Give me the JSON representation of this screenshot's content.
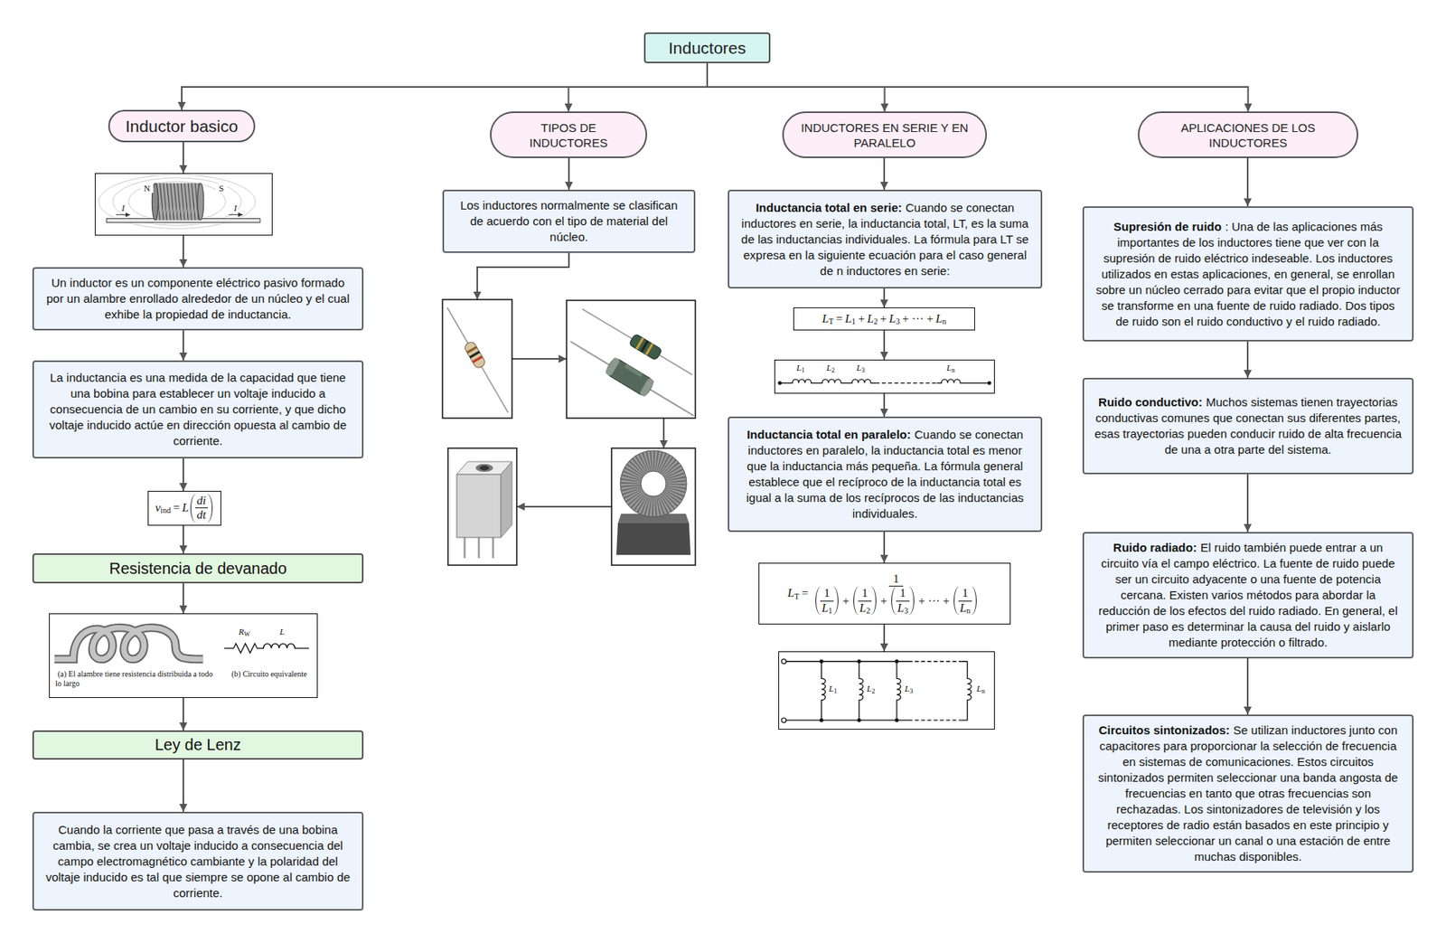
{
  "diagram": {
    "nodes": [
      {
        "text": [
          "Inductores"
        ]
      },
      {
        "text": [
          "Inductor basico"
        ]
      },
      {
        "text": [
          "TIPOS DE INDUCTORES"
        ]
      },
      {
        "text": [
          "INDUCTORES EN SERIE Y EN PARALELO"
        ]
      },
      {
        "text": [
          "APLICACIONES DE LOS INDUCTORES"
        ]
      },
      {
        "text": [
          "N",
          "S",
          "I",
          "I"
        ]
      },
      {
        "text": [
          "Un inductor es un componente eléctrico pasivo formado por un alambre enrollado alrededor de un núcleo y el cual exhibe la propiedad de inductancia."
        ]
      },
      {
        "text": [
          "La inductancia es una medida de la capacidad que tiene una bobina para establecer un voltaje inducido a consecuencia de un cambio en su corriente, y que dicho voltaje inducido actúe en dirección opuesta al cambio de corriente."
        ]
      },
      {
        "text": [
          "v",
          "ind",
          "=",
          "L",
          "di",
          "dt"
        ]
      },
      {
        "text": [
          "Resistencia de devanado"
        ]
      },
      {
        "text": [
          "R",
          "W",
          "L",
          "(a) El alambre tiene resistencia distribuida a todo lo largo",
          "(b) Circuito equivalente"
        ]
      },
      {
        "text": [
          "Ley de Lenz"
        ]
      },
      {
        "text": [
          "Cuando la corriente que pasa a través de una bobina cambia, se crea un voltaje inducido a consecuencia del campo electromagnético cambiante y la polaridad del voltaje inducido es tal que siempre se opone al cambio de corriente."
        ]
      },
      {
        "text": [
          "Los inductores normalmente se clasifican de acuerdo con el tipo de material del núcleo."
        ]
      },
      {
        "text": [
          "Inductancia total en serie:",
          "Cuando se conectan inductores en serie, la inductancia total, LT, es la suma de las inductancias individuales. La fórmula para LT se expresa en la siguiente ecuación para el caso general de n inductores en serie:"
        ]
      },
      {
        "text": [
          "L",
          "T",
          "=",
          "L",
          "1",
          "+",
          "L",
          "2",
          "+",
          "L",
          "3",
          "+ ··· +",
          "L",
          "n"
        ]
      },
      {
        "text": [
          "L",
          "1",
          "L",
          "2",
          "L",
          "3",
          "L",
          "n"
        ]
      },
      {
        "text": [
          "Inductancia total en paralelo:",
          "Cuando se conectan inductores en paralelo, la inductancia total es menor que la inductancia más pequeña. La fórmula general establece que el recíproco de la inductancia total es igual a la suma de los recíprocos de las inductancias individuales."
        ]
      },
      {
        "text": [
          "L",
          "T",
          "=",
          "1",
          "1",
          "L",
          "1",
          "+",
          "1",
          "L",
          "2",
          "+",
          "1",
          "L",
          "3",
          "+ ··· +",
          "1",
          "L",
          "n"
        ]
      },
      {
        "text": [
          "L",
          "1",
          "L",
          "2",
          "L",
          "3",
          "L",
          "n"
        ]
      },
      {
        "text": [
          "Supresión de ruido",
          ": Una de las aplicaciones más importantes de los inductores tiene que ver con la supresión de ruido eléctrico indeseable. Los inductores utilizados en estas aplicaciones, en general, se enrollan sobre un núcleo cerrado para evitar que el propio inductor se transforme en una fuente de ruido radiado. Dos tipos de ruido son el ruido conductivo y el ruido radiado."
        ]
      },
      {
        "text": [
          "Ruido conductivo:",
          "Muchos sistemas tienen trayectorias conductivas comunes que conectan sus diferentes partes, esas trayectorias pueden conducir ruido de alta frecuencia de una a otra parte del sistema."
        ]
      },
      {
        "text": [
          "Ruido radiado:",
          "El ruido también puede entrar a un circuito vía el campo eléctrico. La fuente de ruido puede ser un circuito adyacente o una fuente de potencia cercana. Existen varios métodos para abordar la reducción de los efectos del ruido radiado. En general, el primer paso es determinar la causa del ruido y aislarlo mediante protección o filtrado."
        ]
      },
      {
        "text": [
          "Circuitos sintonizados:",
          "Se utilizan inductores junto con capacitores para proporcionar la selección de frecuencia en sistemas de comunicaciones. Estos circuitos sintonizados permiten seleccionar una banda angosta de frecuencias en tanto que otras frecuencias son rechazadas. Los sintonizadores de televisión y los receptores de radio están basados en este principio y permiten seleccionar un canal o una estación de entre muchas disponibles."
        ]
      }
    ],
    "edges": [
      {
        "from": 0,
        "to": 1,
        "arrow": "to"
      },
      {
        "from": 0,
        "to": 2,
        "arrow": "to"
      },
      {
        "from": 0,
        "to": 3,
        "arrow": "to"
      },
      {
        "from": 0,
        "to": 4,
        "arrow": "to"
      },
      {
        "from": 1,
        "to": 5,
        "arrow": "to"
      },
      {
        "from": 5,
        "to": 6,
        "arrow": "to"
      },
      {
        "from": 6,
        "to": 7,
        "arrow": "to"
      },
      {
        "from": 7,
        "to": 8,
        "arrow": "to"
      },
      {
        "from": 8,
        "to": 9,
        "arrow": "to"
      },
      {
        "from": 9,
        "to": 10,
        "arrow": "to"
      },
      {
        "from": 10,
        "to": 11,
        "arrow": "to"
      },
      {
        "from": 11,
        "to": 12,
        "arrow": "to"
      },
      {
        "from": 2,
        "to": 13,
        "arrow": "to"
      },
      {
        "from": 3,
        "to": 14,
        "arrow": "to"
      },
      {
        "from": 14,
        "to": 15,
        "arrow": "to"
      },
      {
        "from": 15,
        "to": 16,
        "arrow": "to"
      },
      {
        "from": 16,
        "to": 17,
        "arrow": "to"
      },
      {
        "from": 17,
        "to": 18,
        "arrow": "to"
      },
      {
        "from": 18,
        "to": 19,
        "arrow": "to"
      },
      {
        "from": 4,
        "to": 20,
        "arrow": "to"
      },
      {
        "from": 20,
        "to": 21,
        "arrow": "to"
      },
      {
        "from": 21,
        "to": 22,
        "arrow": "to"
      },
      {
        "from": 22,
        "to": 23,
        "arrow": "to"
      }
    ]
  }
}
